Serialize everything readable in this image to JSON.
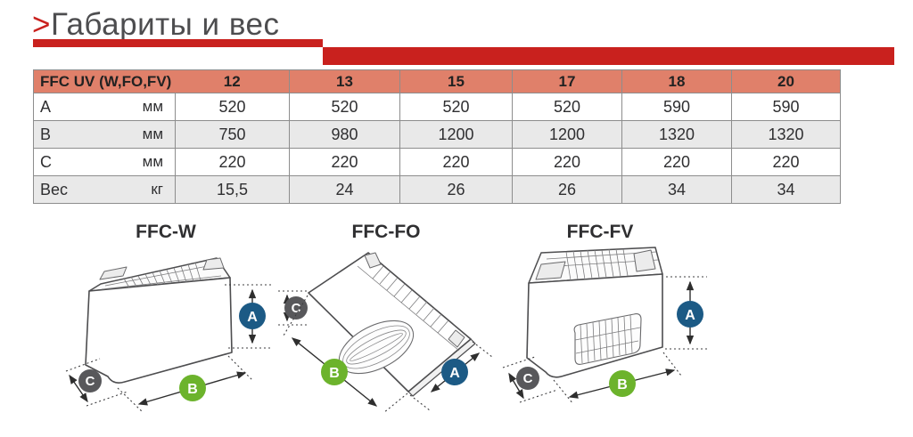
{
  "page": {
    "title_mark": ">",
    "title": "Габариты и вес"
  },
  "table": {
    "header": {
      "label": "FFC UV (W,FO,FV)",
      "columns": [
        "12",
        "13",
        "15",
        "17",
        "18",
        "20"
      ]
    },
    "rows": [
      {
        "label": "A",
        "unit": "мм",
        "values": [
          "520",
          "520",
          "520",
          "520",
          "590",
          "590"
        ]
      },
      {
        "label": "B",
        "unit": "мм",
        "values": [
          "750",
          "980",
          "1200",
          "1200",
          "1320",
          "1320"
        ]
      },
      {
        "label": "C",
        "unit": "мм",
        "values": [
          "220",
          "220",
          "220",
          "220",
          "220",
          "220"
        ]
      },
      {
        "label": "Вес",
        "unit": "кг",
        "values": [
          "15,5",
          "24",
          "26",
          "26",
          "34",
          "34"
        ]
      }
    ]
  },
  "diagrams": [
    {
      "title": "FFC-W",
      "labels": {
        "a": "A",
        "b": "B",
        "c": "C"
      }
    },
    {
      "title": "FFC-FO",
      "labels": {
        "a": "A",
        "b": "B",
        "c": "C"
      }
    },
    {
      "title": "FFC-FV",
      "labels": {
        "a": "A",
        "b": "B",
        "c": "C"
      }
    }
  ],
  "colors": {
    "accent_red": "#c9211e",
    "table_header_fill": "#e0806a",
    "row_alt_fill": "#e9e9e9",
    "dim_a_blue": "#1c5a85",
    "dim_b_green": "#6cb32c",
    "dim_c_gray": "#58585b"
  }
}
